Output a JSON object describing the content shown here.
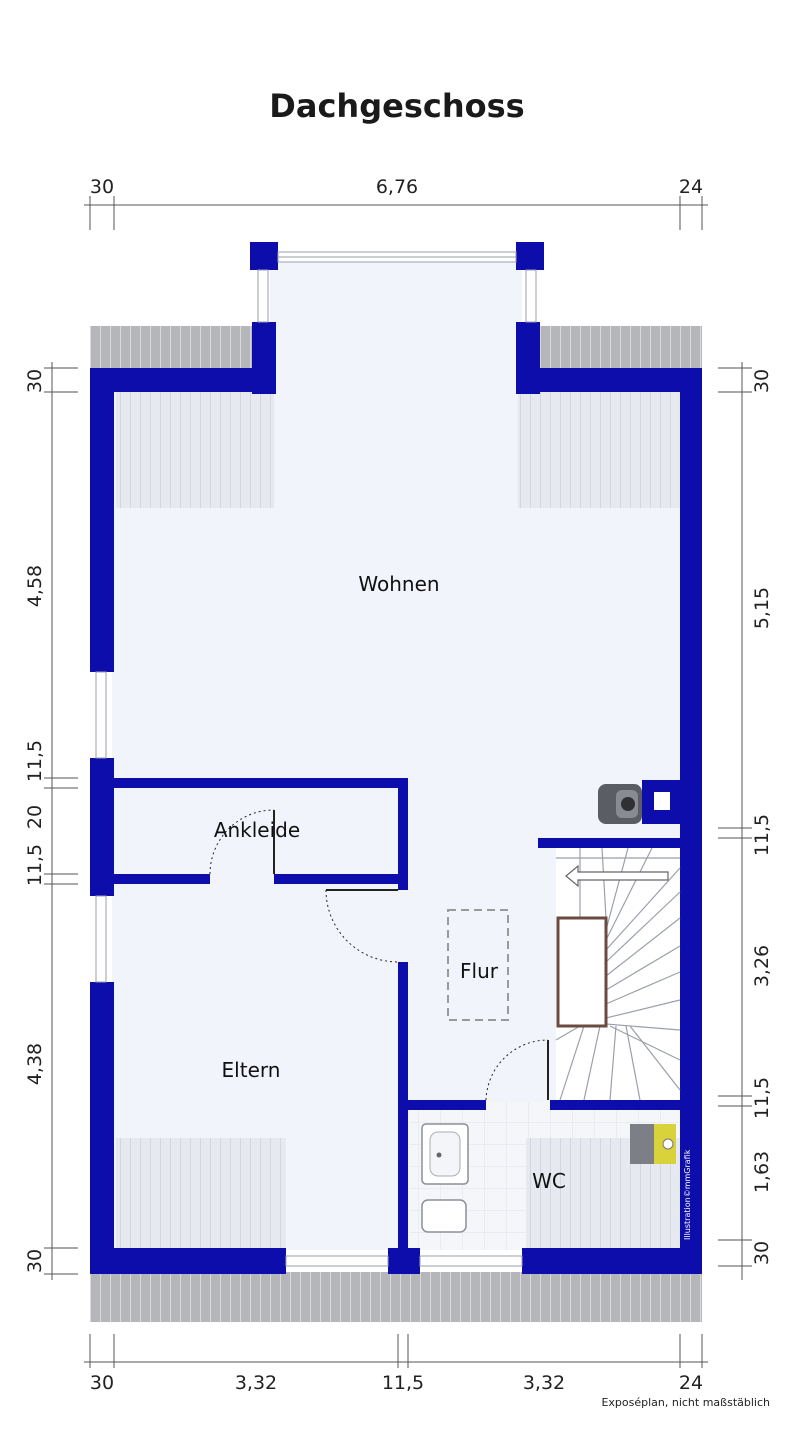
{
  "title": "Dachgeschoss",
  "rooms": {
    "wohnen": "Wohnen",
    "ankleide": "Ankleide",
    "flur": "Flur",
    "eltern": "Eltern",
    "wc": "WC"
  },
  "dimensions": {
    "top": [
      "30",
      "6,76",
      "24"
    ],
    "bottom": [
      "30",
      "3,32",
      "11,5",
      "3,32",
      "24"
    ],
    "left": [
      "30",
      "4,58",
      "11,5",
      "20",
      "11,5",
      "4,38",
      "30"
    ],
    "right": [
      "30",
      "5,15",
      "11,5",
      "3,26",
      "11,5",
      "1,63",
      "30"
    ]
  },
  "note": "Exposéplan, nicht maßstäblich",
  "credit": "Illustration©mmGrafik",
  "colors": {
    "wall": "#0d0dab",
    "floor": "#f1f5fb",
    "roof_slope": "#e4e7ee",
    "roof_eave": "#a7a9ad"
  }
}
